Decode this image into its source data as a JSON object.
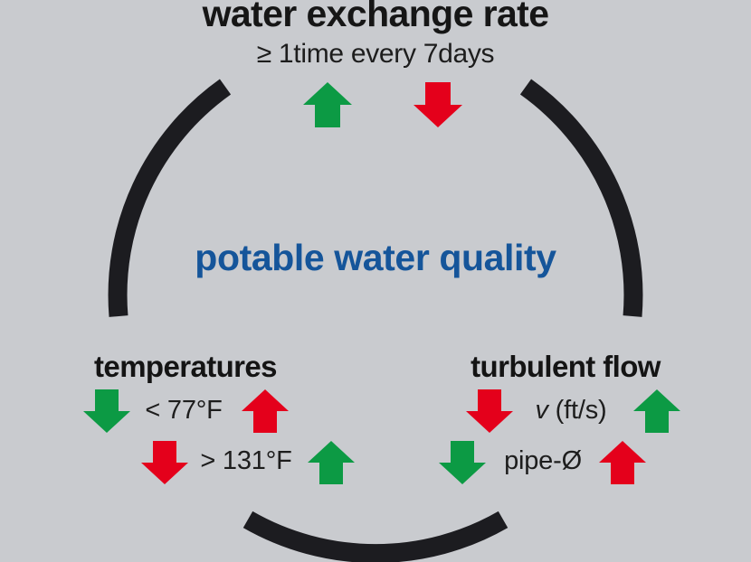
{
  "colors": {
    "background": "#c9cbcf",
    "arc": "#1c1c20",
    "center_title": "#15559a",
    "text": "#1a1a1a",
    "arrow_up_good": "#0c9a44",
    "arrow_down_bad": "#e4001b"
  },
  "header": {
    "title": "water exchange rate",
    "subtitle": "≥ 1time every 7days"
  },
  "center": {
    "title": "potable water quality"
  },
  "sections": [
    {
      "id": "temperatures",
      "heading": "temperatures",
      "rows": [
        {
          "label": "< 77°F",
          "left_arrow": {
            "direction": "down",
            "color": "green",
            "name": "green-down-arrow"
          },
          "right_arrow": {
            "direction": "up",
            "color": "red",
            "name": "red-up-arrow"
          }
        },
        {
          "label": "> 131°F",
          "left_arrow": {
            "direction": "down",
            "color": "red",
            "name": "red-down-arrow"
          },
          "right_arrow": {
            "direction": "up",
            "color": "green",
            "name": "green-up-arrow"
          }
        }
      ]
    },
    {
      "id": "turbulent-flow",
      "heading": "turbulent flow",
      "rows": [
        {
          "label_italic": "v",
          "label_rest": " (ft/s)",
          "left_arrow": {
            "direction": "down",
            "color": "red",
            "name": "red-down-arrow"
          },
          "right_arrow": {
            "direction": "up",
            "color": "green",
            "name": "green-up-arrow"
          }
        },
        {
          "label": "pipe-Ø",
          "left_arrow": {
            "direction": "down",
            "color": "green",
            "name": "green-down-arrow"
          },
          "right_arrow": {
            "direction": "up",
            "color": "red",
            "name": "red-up-arrow"
          }
        }
      ]
    }
  ],
  "top_arrows": [
    {
      "direction": "up",
      "color": "green",
      "name": "green-up-arrow"
    },
    {
      "direction": "down",
      "color": "red",
      "name": "red-down-arrow"
    }
  ],
  "arcs": [
    {
      "name": "arc-upper-left"
    },
    {
      "name": "arc-upper-right"
    },
    {
      "name": "arc-bottom"
    }
  ]
}
